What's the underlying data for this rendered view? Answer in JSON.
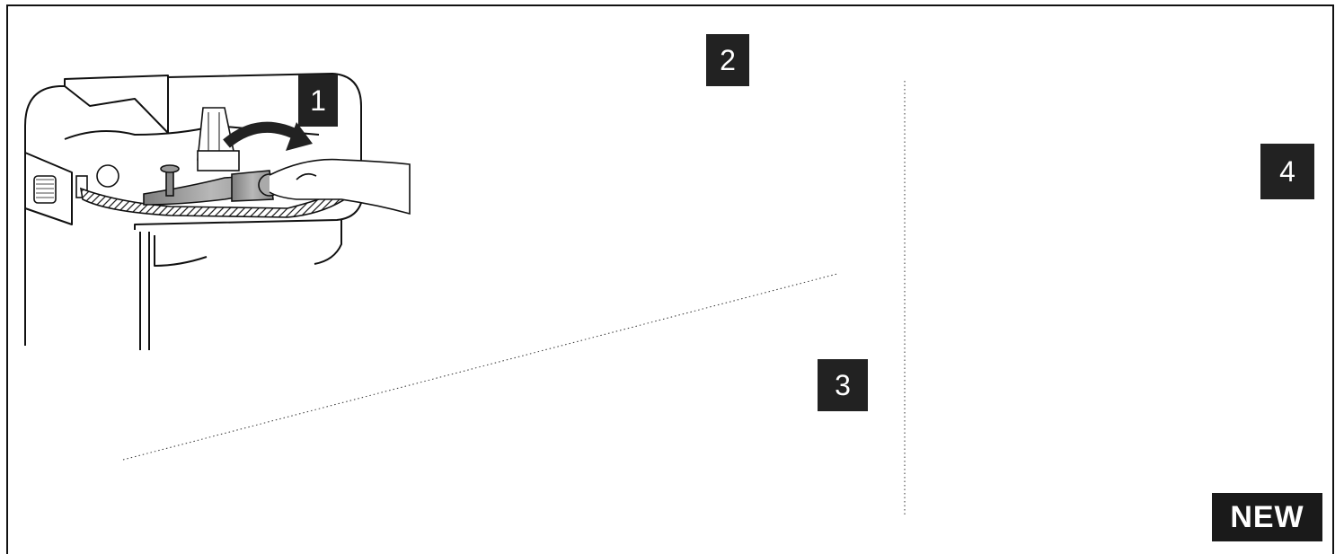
{
  "steps": [
    {
      "number": "1"
    },
    {
      "number": "2"
    },
    {
      "number": "3"
    },
    {
      "number": "4"
    }
  ],
  "badge_new": "NEW",
  "icons": [
    "bin-disposal-icon",
    "arrow-up-icon",
    "arrow-down-icon",
    "curved-arrow-icon"
  ],
  "colors": {
    "badge": "#222222",
    "line": "#111111",
    "part": "#9a9a9a"
  }
}
